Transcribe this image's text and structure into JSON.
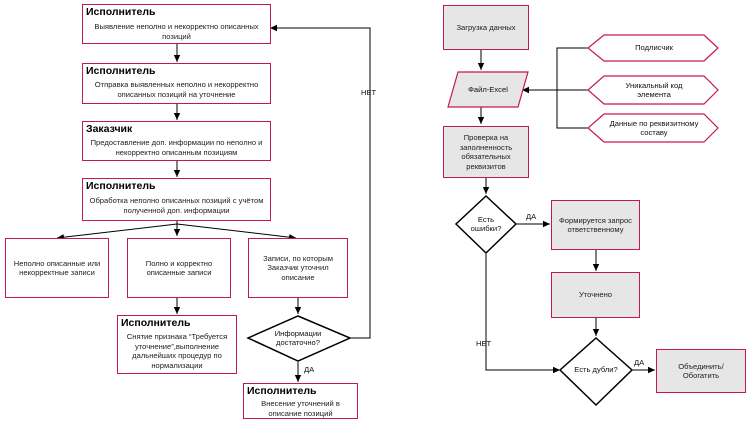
{
  "left_flow": {
    "step1": {
      "role": "Исполнитель",
      "text": "Выявление неполно и некорректно описанных позиций"
    },
    "step2": {
      "role": "Исполнитель",
      "text": "Отправка выявленных неполно и некорректно описанных позиций на уточнение"
    },
    "step3": {
      "role": "Заказчик",
      "text": "Предоставление доп. информации по неполно и некорректно описанным позициям"
    },
    "step4": {
      "role": "Исполнитель",
      "text": "Обработка неполно описанных позиций с учётом полученной доп. информации"
    },
    "branch_incomplete": "Неполно описанные или некорректные записи",
    "branch_complete": "Полно и корректно описанные записи",
    "branch_clarified": "Записи, по которым Заказчик уточнил описание",
    "step_remove_flag": {
      "role": "Исполнитель",
      "text": "Снятие признака “Требуется уточнение”,выполнение дальнейших процедур по нормализации"
    },
    "decision_enough": "Информации достаточно?",
    "step_changes": {
      "role": "Исполнитель",
      "text": "Внесение уточнений в описание позиций"
    },
    "label_yes": "ДА",
    "label_no": "НЕТ"
  },
  "right_flow": {
    "load": "Загрузка данных",
    "excel": "Файл-Excel",
    "subscriber": "Подлисчик",
    "unique_code": "Уникальный код элемента",
    "requisite_data": "Данные по реквизитному составу",
    "check": "Проверка на заполненность обязательных реквизитов",
    "decision_errors": "Есть ошибки?",
    "request": "Формируется запрос ответственному",
    "clarified": "Уточнено",
    "decision_dupes": "Есть дубли?",
    "merge": "Объединить/ Обогатить",
    "label_yes_1": "ДА",
    "label_yes_2": "ДА",
    "label_no": "НЕТ"
  },
  "colors": {
    "border": "#c2185b",
    "line": "#000000",
    "gray_fill": "#e6e6e6"
  }
}
